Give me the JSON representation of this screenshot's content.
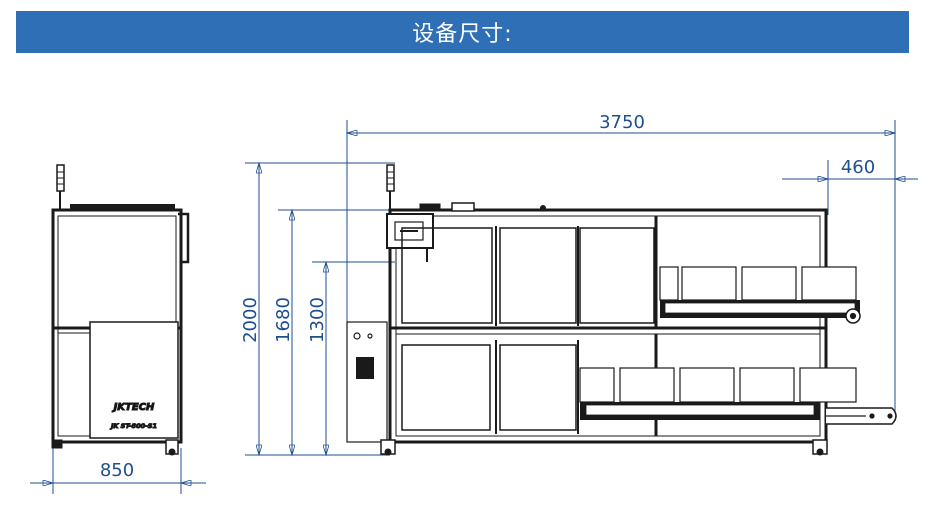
{
  "banner": {
    "title": "设备尺寸:"
  },
  "dimensions": {
    "total_length": "3750",
    "conveyor_extension": "460",
    "height_total": "2000",
    "height_upper": "1680",
    "height_lower": "1300",
    "width": "850"
  },
  "side_view": {
    "logo": "JKTECH",
    "model": "JK ST-800-S1"
  },
  "colors": {
    "banner": "#2f6fb6",
    "dimension_line": "#1e4f8f",
    "frame": "#1a1a1a"
  }
}
